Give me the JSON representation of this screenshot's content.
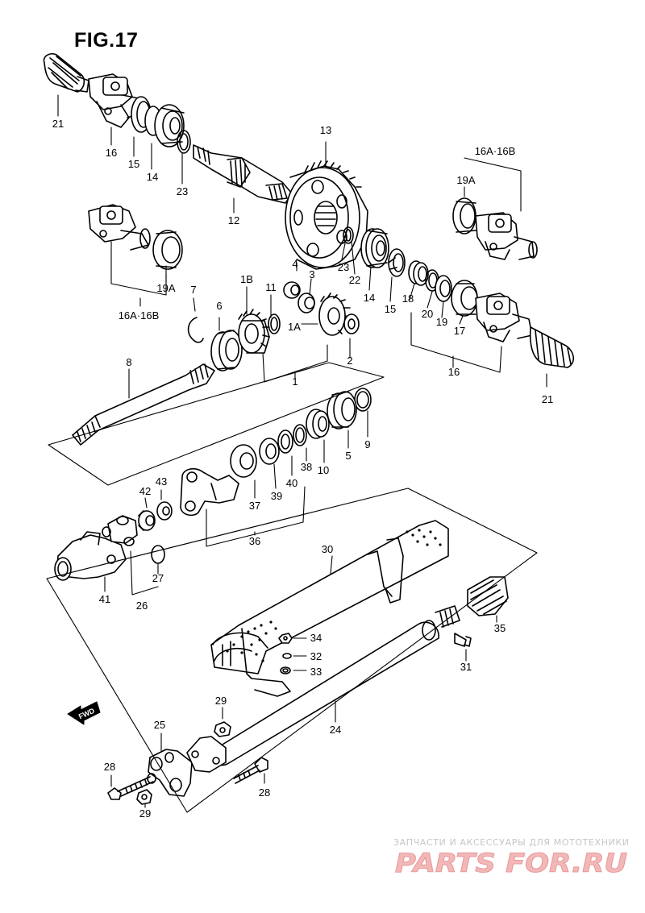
{
  "figure": {
    "title": "FIG.17"
  },
  "watermark": {
    "tagline": "ЗАПЧАСТИ И АКСЕССУАРЫ ДЛЯ МОТОТЕХНИКИ",
    "logo_text": "PARTS FOR.RU",
    "logo_color": "#f2b8b8"
  },
  "direction_arrow": {
    "label": "FWD"
  },
  "part_labels": {
    "p21_top": "21",
    "p16_top": "16",
    "p15_top": "15",
    "p14_top": "14",
    "p23_top": "23",
    "p12": "12",
    "p13": "13",
    "p4": "4",
    "p3": "3",
    "p23_mid": "23",
    "p22": "22",
    "p14_right": "14",
    "p15_right": "15",
    "p18": "18",
    "p20": "20",
    "p19": "19",
    "p17": "17",
    "p16_right": "16",
    "p21_right": "21",
    "p16a16b_right": "16A·16B",
    "p19a_right": "19A",
    "p19a_left": "19A",
    "p16a16b_left": "16A·16B",
    "p7": "7",
    "p6": "6",
    "p1b": "1B",
    "p11": "11",
    "p1a": "1A",
    "p2": "2",
    "p1": "1",
    "p8": "8",
    "p9": "9",
    "p5": "5",
    "p10": "10",
    "p38": "38",
    "p40": "40",
    "p39": "39",
    "p37": "37",
    "p36": "36",
    "p43": "43",
    "p42": "42",
    "p27": "27",
    "p41": "41",
    "p26": "26",
    "p30": "30",
    "p35": "35",
    "p34": "34",
    "p32": "32",
    "p33": "33",
    "p31": "31",
    "p29_top": "29",
    "p24": "24",
    "p25": "25",
    "p28_left": "28",
    "p28_right": "28",
    "p29_bottom": "29"
  }
}
